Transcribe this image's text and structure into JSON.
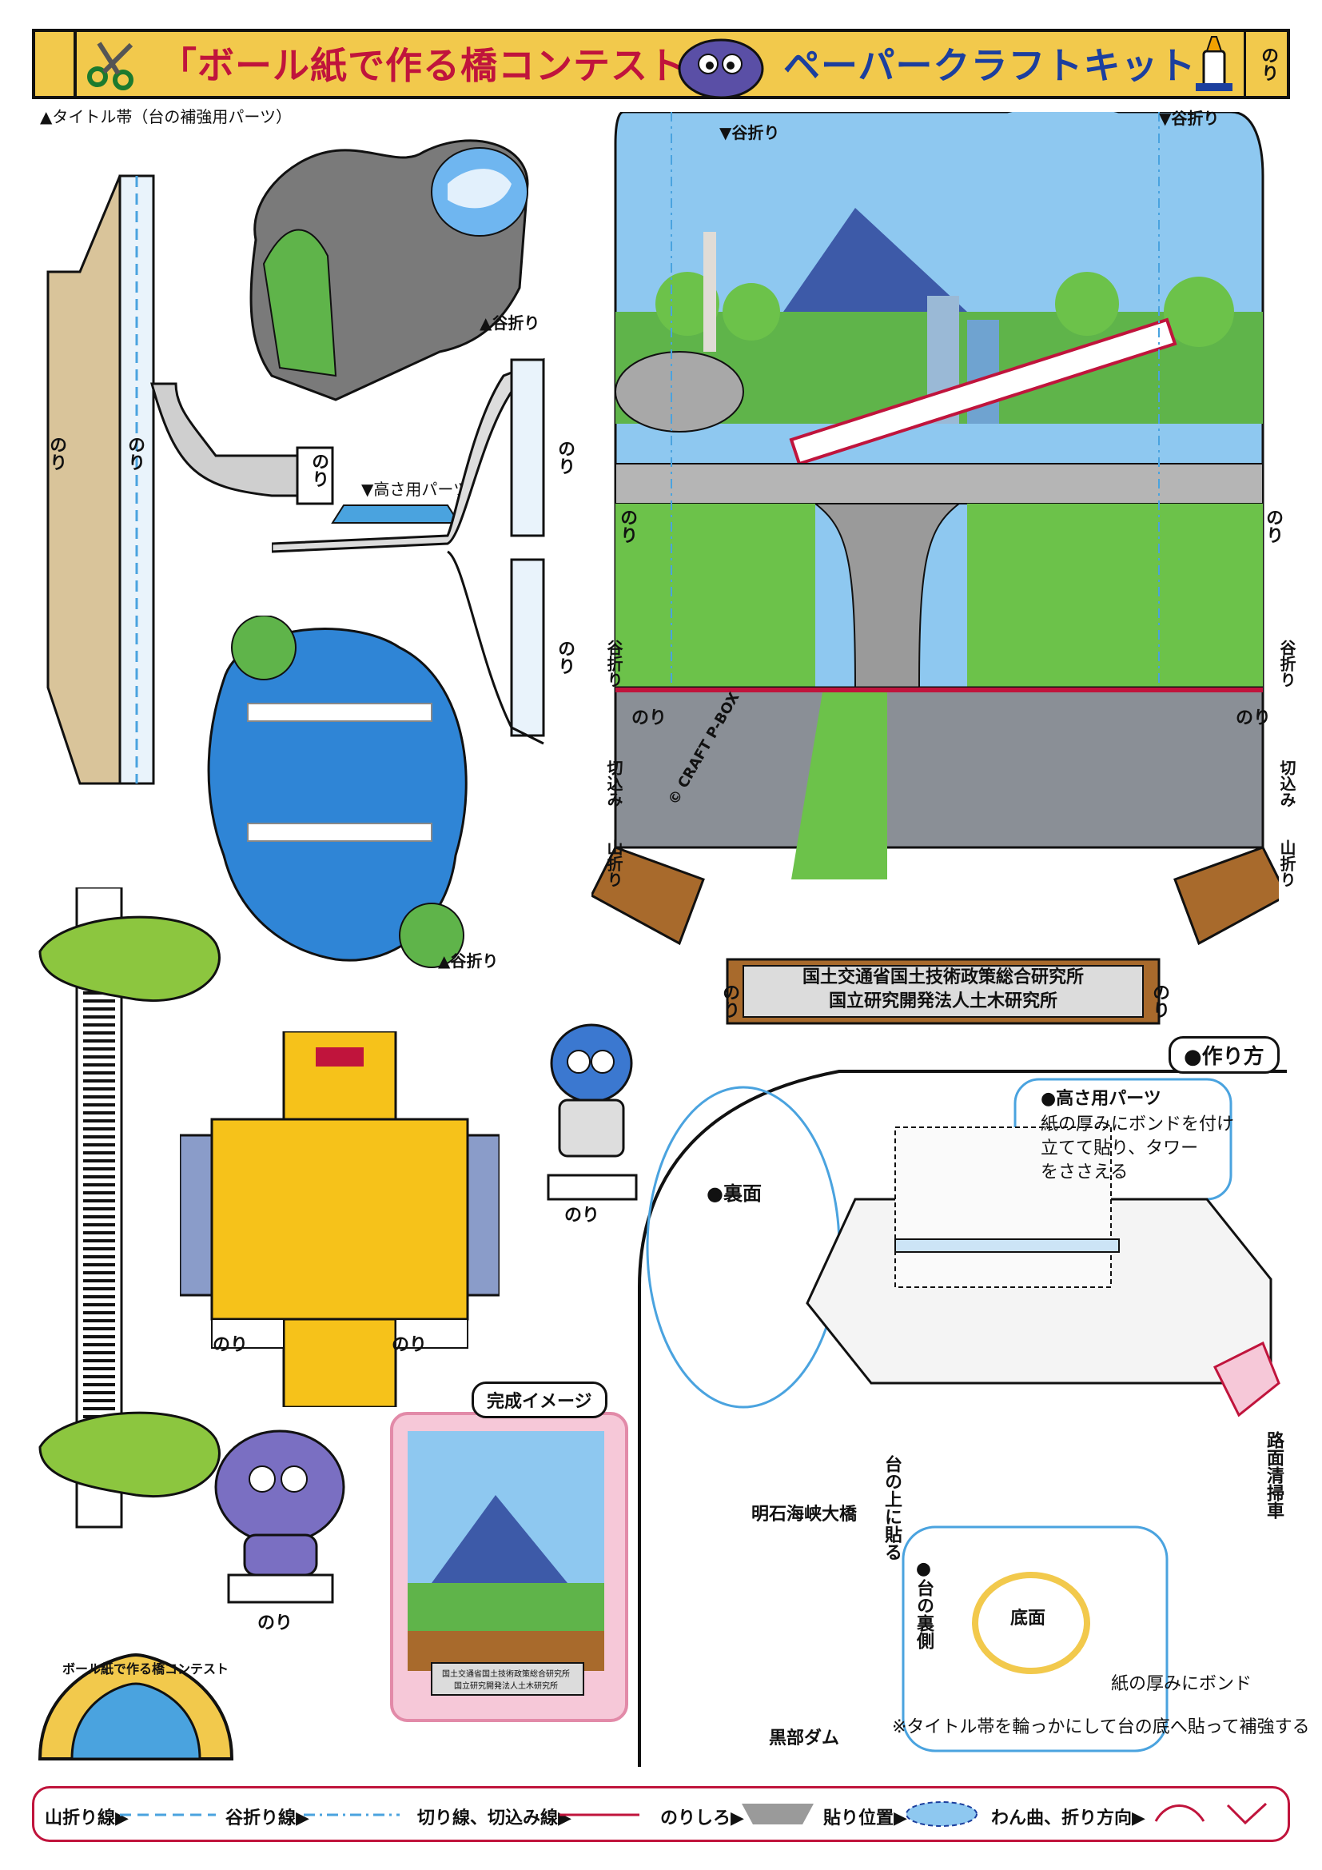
{
  "header": {
    "title": "「ボール紙で作る橋コンテスト」",
    "kit": "ペーパークラフトキット",
    "nori": "のり",
    "band_caption": "▲タイトル帯（台の補強用パーツ）"
  },
  "labels": {
    "tani_ori": "谷折り",
    "yama_ori": "山折り",
    "kirikomi": "切込み",
    "nori": "のり",
    "height_parts": "▼高さ用パーツ",
    "copyright": "© CRAFT P-BOX",
    "org_line1": "国土交通省国土技術政策総合研究所",
    "org_line2": "国立研究開発法人土木研究所",
    "finished_image": "完成イメージ",
    "badge_text": "ボール紙で作る橋コンテスト"
  },
  "instructions": {
    "title": "●作り方",
    "back_side": "●裏面",
    "height_parts_title": "●高さ用パーツ",
    "height_parts_desc": [
      "紙の厚みにボンドを付け",
      "立てて貼り、タワー",
      "をささえる"
    ],
    "place_on_base": "台の上に貼る",
    "akashi": "明石海峡大橋",
    "kurobe": "黒部ダム",
    "road_sweeper": "路面清掃車",
    "base_back": "●台の裏側",
    "bottom": "底面",
    "bond": "紙の厚みにボンド",
    "note": "※タイトル帯を輪っかにして台の底へ貼って補強する"
  },
  "legend": {
    "mountain": "山折り線▶",
    "valley": "谷折り線▶",
    "cut": "切り線、切込み線▶",
    "glue": "のりしろ▶",
    "paste": "貼り位置▶",
    "curve": "わん曲、折り方向▶"
  },
  "colors": {
    "red": "#c0143c",
    "blue": "#1c3f9e",
    "yellow": "#f2c94c",
    "sky": "#4aa3df"
  }
}
